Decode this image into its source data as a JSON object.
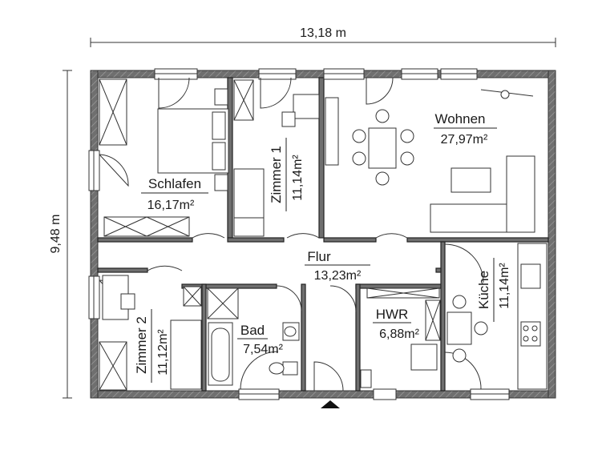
{
  "dimensions": {
    "width": "13,18 m",
    "height": "9,48 m"
  },
  "rooms": {
    "schlafen": {
      "name": "Schlafen",
      "area": "16,17m²"
    },
    "zimmer1": {
      "name": "Zimmer 1",
      "area": "11,14m²"
    },
    "wohnen": {
      "name": "Wohnen",
      "area": "27,97m²"
    },
    "flur": {
      "name": "Flur",
      "area": "13,23m²"
    },
    "kueche": {
      "name": "Küche",
      "area": "11,14m²"
    },
    "zimmer2": {
      "name": "Zimmer 2",
      "area": "11,12m²"
    },
    "bad": {
      "name": "Bad",
      "area": "7,54m²"
    },
    "hwr": {
      "name": "HWR",
      "area": "6,88m²"
    }
  },
  "colors": {
    "wall": "#6f6f6f",
    "line": "#333333",
    "background": "#ffffff"
  },
  "icons": [
    "entrance-arrow-icon"
  ]
}
